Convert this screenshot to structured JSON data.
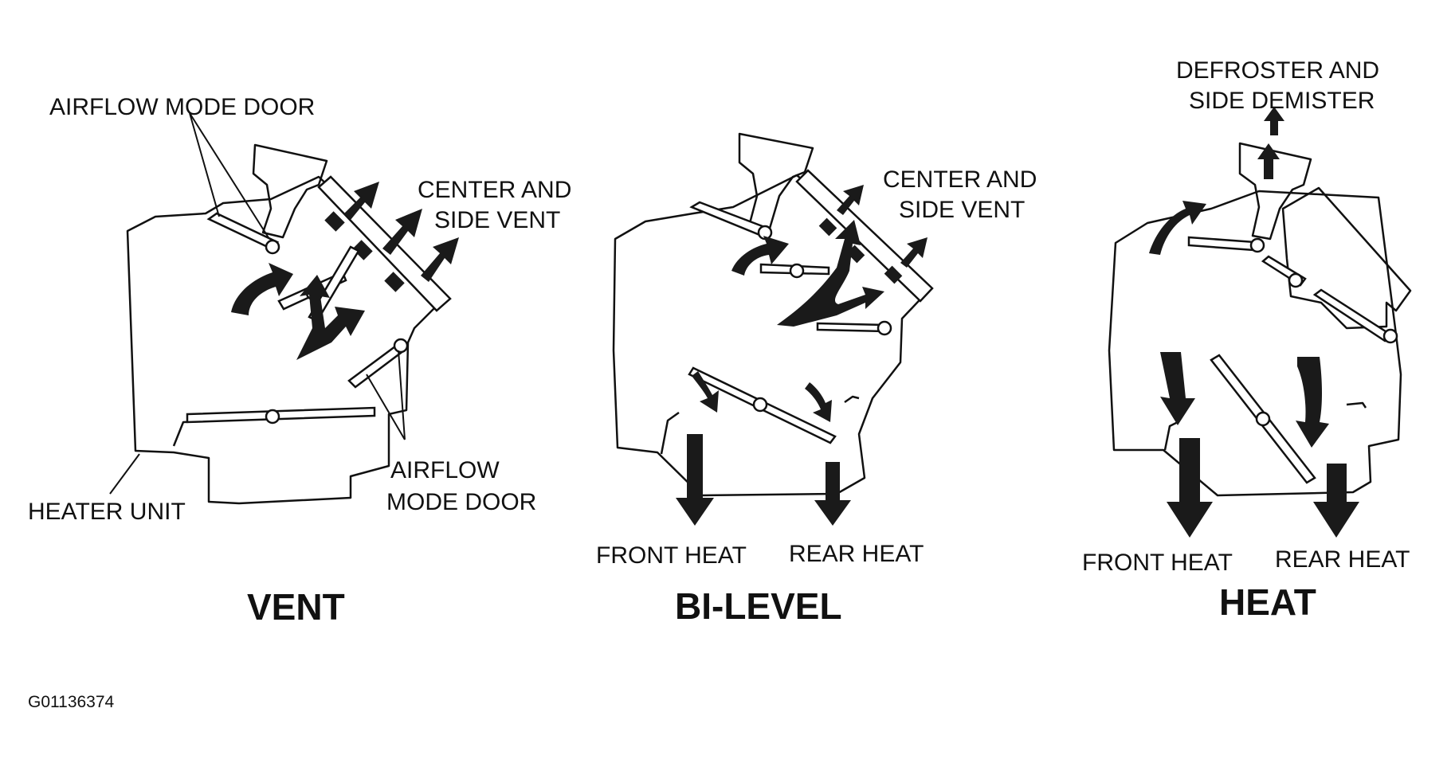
{
  "panels": {
    "vent": {
      "title": "VENT",
      "label_door_top": "AIRFLOW MODE DOOR",
      "label_outlet_1": "CENTER AND",
      "label_outlet_2": "SIDE VENT",
      "label_door_bottom_1": "AIRFLOW",
      "label_door_bottom_2": "MODE DOOR",
      "label_unit": "HEATER UNIT"
    },
    "bilevel": {
      "title": "BI-LEVEL",
      "label_outlet_1": "CENTER AND",
      "label_outlet_2": "SIDE VENT",
      "label_front": "FRONT HEAT",
      "label_rear": "REAR HEAT"
    },
    "heat": {
      "title": "HEAT",
      "label_top_1": "DEFROSTER AND",
      "label_top_2": "SIDE DEMISTER",
      "label_front": "FRONT HEAT",
      "label_rear": "REAR HEAT"
    }
  },
  "figure_code": "G01136374"
}
